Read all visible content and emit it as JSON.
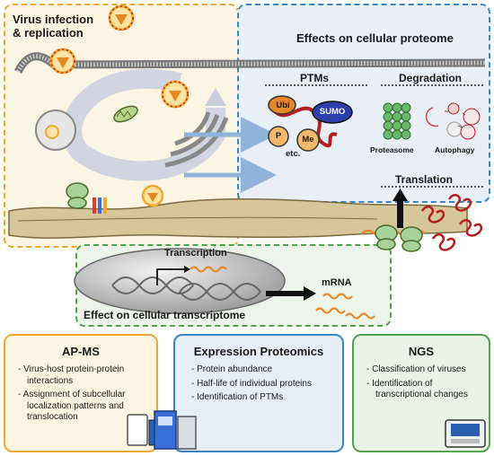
{
  "virus_box": {
    "title_line1": "Virus infection",
    "title_line2": "& replication"
  },
  "proteome_box": {
    "title": "Effects on cellular proteome",
    "ptms": {
      "heading": "PTMs",
      "ubi": "Ubi",
      "sumo": "SUMO",
      "p": "P",
      "me": "Me",
      "etc": "etc."
    },
    "degradation": {
      "heading": "Degradation",
      "proteasome": "Proteasome",
      "autophagy": "Autophagy"
    },
    "translation": {
      "heading": "Translation"
    }
  },
  "transcriptome_box": {
    "title": "Effect on cellular transcriptome",
    "transcription": "Transcription",
    "mrna": "mRNA"
  },
  "panels": [
    {
      "title": "AP-MS",
      "items": [
        "Virus-host protein-protein interactions",
        "Assignment of subcellular localization patterns and translocation"
      ]
    },
    {
      "title": "Expression Proteomics",
      "items": [
        "Protein abundance",
        "Half-life of individual proteins",
        "Identification of PTMs"
      ]
    },
    {
      "title": "NGS",
      "items": [
        "Classification of viruses",
        "Identification of transcriptional changes"
      ]
    }
  ],
  "colors": {
    "orange": "#f0a830",
    "blue": "#3a86c8",
    "green": "#4fa34f",
    "ubi": "#e8862a",
    "sumo": "#2a3fa8",
    "p_me": "#f2b96b",
    "protein": "#b3201e"
  }
}
